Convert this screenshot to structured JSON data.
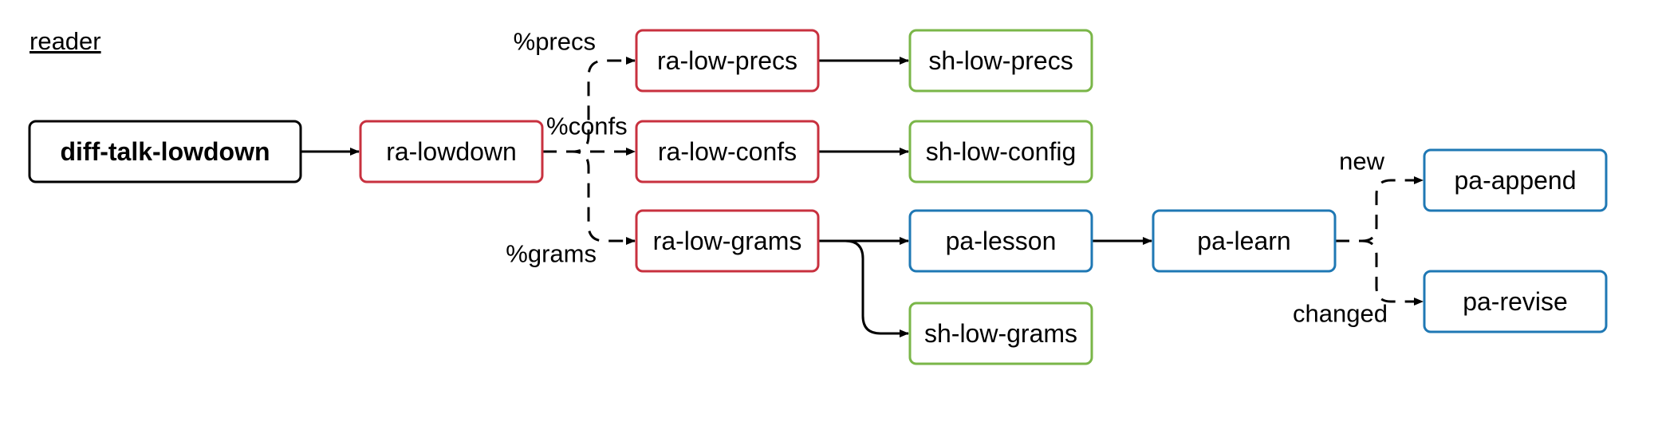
{
  "diagram": {
    "title": "reader",
    "colors": {
      "black": "#000000",
      "red": "#c8313f",
      "green": "#7ab648",
      "blue": "#1f78b4"
    },
    "nodes": [
      {
        "id": "diff-talk-lowdown",
        "label": "diff-talk-lowdown",
        "color": "black",
        "bold": true
      },
      {
        "id": "ra-lowdown",
        "label": "ra-lowdown",
        "color": "red"
      },
      {
        "id": "ra-low-precs",
        "label": "ra-low-precs",
        "color": "red"
      },
      {
        "id": "ra-low-confs",
        "label": "ra-low-confs",
        "color": "red"
      },
      {
        "id": "ra-low-grams",
        "label": "ra-low-grams",
        "color": "red"
      },
      {
        "id": "sh-low-precs",
        "label": "sh-low-precs",
        "color": "green"
      },
      {
        "id": "sh-low-config",
        "label": "sh-low-config",
        "color": "green"
      },
      {
        "id": "pa-lesson",
        "label": "pa-lesson",
        "color": "blue"
      },
      {
        "id": "sh-low-grams",
        "label": "sh-low-grams",
        "color": "green"
      },
      {
        "id": "pa-learn",
        "label": "pa-learn",
        "color": "blue"
      },
      {
        "id": "pa-append",
        "label": "pa-append",
        "color": "blue"
      },
      {
        "id": "pa-revise",
        "label": "pa-revise",
        "color": "blue"
      }
    ],
    "edges": [
      {
        "from": "diff-talk-lowdown",
        "to": "ra-lowdown",
        "style": "solid",
        "label": ""
      },
      {
        "from": "ra-lowdown",
        "to": "ra-low-precs",
        "style": "dashed",
        "label": "%precs"
      },
      {
        "from": "ra-lowdown",
        "to": "ra-low-confs",
        "style": "dashed",
        "label": "%confs"
      },
      {
        "from": "ra-lowdown",
        "to": "ra-low-grams",
        "style": "dashed",
        "label": "%grams"
      },
      {
        "from": "ra-low-precs",
        "to": "sh-low-precs",
        "style": "solid",
        "label": ""
      },
      {
        "from": "ra-low-confs",
        "to": "sh-low-config",
        "style": "solid",
        "label": ""
      },
      {
        "from": "ra-low-grams",
        "to": "pa-lesson",
        "style": "solid",
        "label": ""
      },
      {
        "from": "ra-low-grams",
        "to": "sh-low-grams",
        "style": "solid",
        "label": ""
      },
      {
        "from": "pa-lesson",
        "to": "pa-learn",
        "style": "solid",
        "label": ""
      },
      {
        "from": "pa-learn",
        "to": "pa-append",
        "style": "dashed",
        "label": "new"
      },
      {
        "from": "pa-learn",
        "to": "pa-revise",
        "style": "dashed",
        "label": "changed"
      }
    ]
  }
}
